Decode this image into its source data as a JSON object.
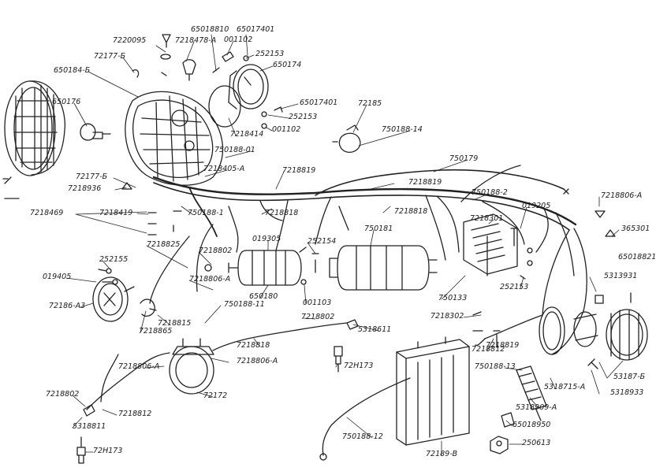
{
  "diagram": {
    "part_labels": [
      "7220095",
      "72177-Б",
      "650184-Б",
      "650176",
      "72177-Б",
      "7218936",
      "7218469",
      "7218419",
      "7218478-А",
      "65018810",
      "001102",
      "65017401",
      "252153",
      "650174",
      "7218414",
      "72185",
      "65017401",
      "252153",
      "001102",
      "750188-14",
      "750188-01",
      "7218405-А",
      "7218819",
      "750179",
      "7218819",
      "750188-2",
      "750188-1",
      "7218818",
      "7218818",
      "7218301",
      "019205",
      "7218806-А",
      "365301",
      "65018821",
      "7218825",
      "7218802",
      "019305",
      "252154",
      "750181",
      "252155",
      "019405",
      "72186-А3",
      "7218806-А",
      "650180",
      "001103",
      "750133",
      "252153",
      "5313931",
      "7218865",
      "7218815",
      "750188-11",
      "7218302",
      "7218802",
      "5318611",
      "7218818",
      "7218812",
      "7218819",
      "7218806-А",
      "72Н173",
      "750188-13",
      "53187-Б",
      "7218806-А",
      "72172",
      "5318715-А",
      "5318933",
      "7218802",
      "7218812",
      "5318811",
      "5318909-А",
      "65018950",
      "750188-12",
      "72189-В",
      "250613",
      "72Н173"
    ]
  }
}
